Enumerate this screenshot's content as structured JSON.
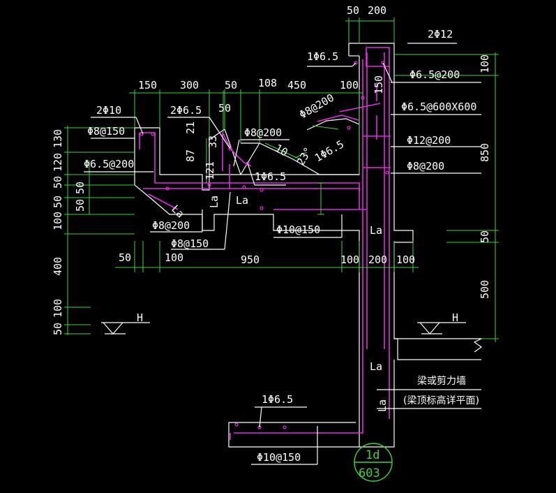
{
  "colors": {
    "background": "#000000",
    "outline": "#ffffff",
    "dimension": "#3fd43f",
    "rebar": "#e02ee0"
  },
  "dims_top": [
    "50",
    "200"
  ],
  "dims_upper": [
    "150",
    "300",
    "50",
    "108",
    "450",
    "100",
    "150",
    "50"
  ],
  "dims_lower": [
    "50",
    "100",
    "950",
    "100",
    "200",
    "100"
  ],
  "dims_left": [
    "130",
    "120",
    "50",
    "50",
    "50",
    "50",
    "100",
    "400",
    "100",
    "50"
  ],
  "dims_right": [
    "100",
    "850",
    "50",
    "500"
  ],
  "dims_small": [
    "21",
    "33",
    "87",
    "121",
    "10",
    "23°"
  ],
  "labels": {
    "top_right_bar": "2Φ12",
    "top_left_bar": "1Φ6.5",
    "stirrup_top": "Φ6.5@200",
    "stirrup_grid": "Φ6.5@600X600",
    "wall_vertical": "Φ12@200",
    "wall_horizontal": "Φ8@200",
    "upper_left_bar": "2Φ10",
    "left_stirrup": "Φ8@150",
    "left_mesh": "Φ6.5@200",
    "small_bar": "2Φ6.5",
    "mid_bar": "Φ8@200",
    "slope_bar": "Φ8@200",
    "slope_small": "1Φ6.5",
    "center_small": "1Φ6.5",
    "bottom_left_a": "Φ8@200",
    "bottom_left_b": "Φ8@150",
    "slab_bar": "Φ10@150",
    "bottom_small": "1Φ6.5",
    "bottom_slab_bar": "Φ10@150",
    "anchor1": "La",
    "anchor2": "La",
    "anchor3": "La",
    "anchor4": "La",
    "anchor5": "La",
    "anchor_slope": "La",
    "level_left": "H",
    "level_right": "H",
    "note_line1": "梁或剪力墙",
    "note_line2": "(梁顶标高详平面)",
    "detail_num": "1d",
    "detail_sheet": "603"
  }
}
